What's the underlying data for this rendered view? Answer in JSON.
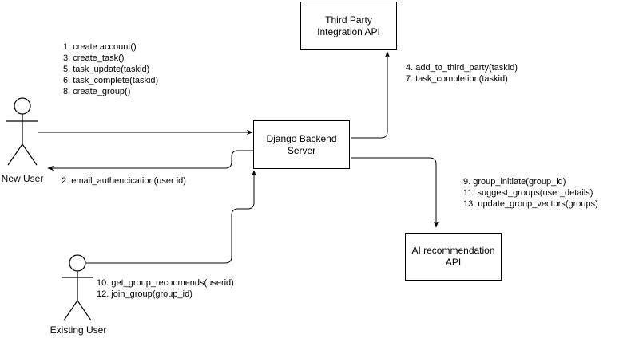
{
  "nodes": {
    "third_party_api": {
      "lines": [
        "Third Party",
        "Integration API"
      ]
    },
    "django_server": {
      "lines": [
        "Django Backend",
        "Server"
      ]
    },
    "ai_api": {
      "lines": [
        "AI recommendation",
        "API"
      ]
    }
  },
  "actors": {
    "new_user": {
      "label": "New User"
    },
    "existing_user": {
      "label": "Existing User"
    }
  },
  "annotations": {
    "new_user_calls": [
      "1. create account()",
      "3. create_task()",
      "5. task_update(taskid)",
      "6. task_complete(taskid)",
      "8. create_group()"
    ],
    "email_auth": "2. email_authencication(user id)",
    "third_party_calls": [
      "4. add_to_third_party(taskid)",
      "7. task_completion(taskid)"
    ],
    "ai_calls": [
      "9. group_initiate(group_id)",
      "11. suggest_groups(user_details)",
      "13. update_group_vectors(groups)"
    ],
    "existing_user_calls": [
      "10. get_group_recoomends(userid)",
      "12. join_group(group_id)"
    ]
  }
}
